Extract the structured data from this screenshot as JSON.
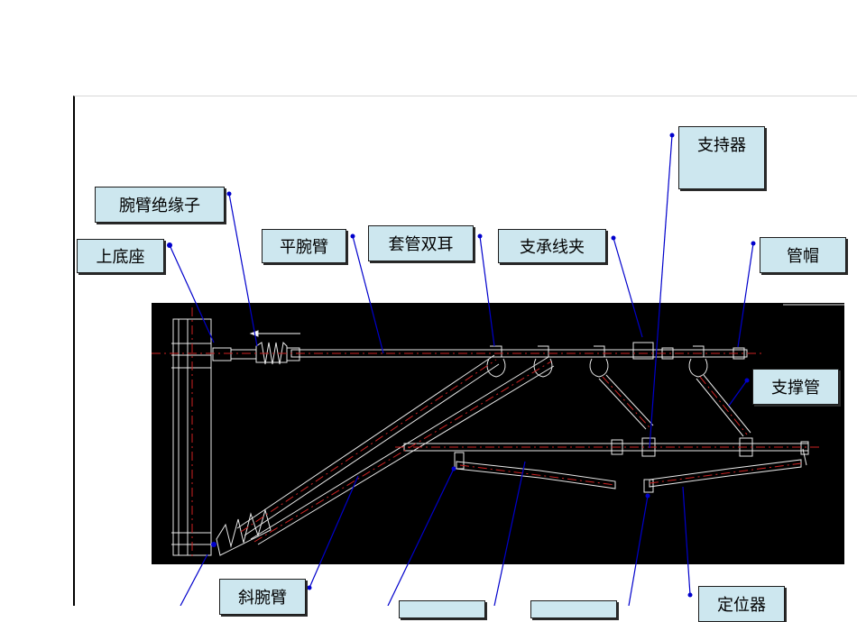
{
  "labels": {
    "wanbi_insulator": "腕臂绝缘子",
    "upper_base": "上底座",
    "flat_arm": "平腕臂",
    "sleeve_double_ear": "套管双耳",
    "support_clamp": "支承线夹",
    "support_holder": "支持器",
    "tube_cap": "管帽",
    "support_tube": "支撑管",
    "diagonal_arm": "斜腕臂",
    "locator": "定位器"
  },
  "colors": {
    "label_bg": "#cde7ef",
    "pointer": "#0000cc",
    "drawing_bg": "#000000",
    "drawing_line": "#e8e8e8",
    "center_line": "#cc2222"
  }
}
